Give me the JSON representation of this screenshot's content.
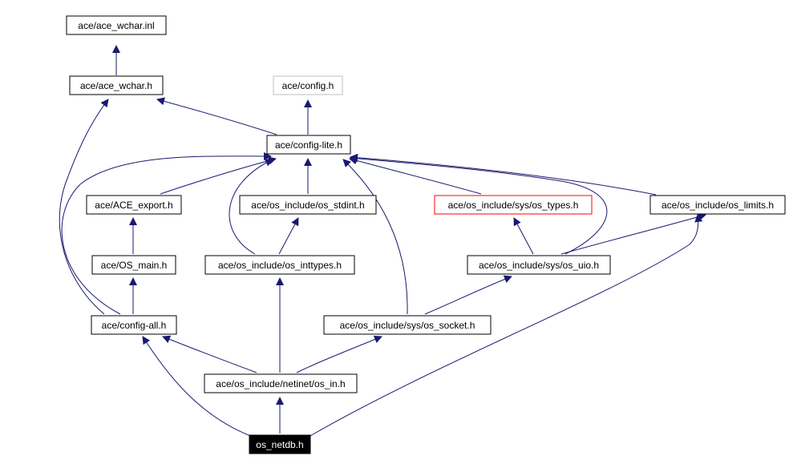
{
  "colors": {
    "edge": "#191970",
    "node_border": "#000000",
    "node_border_undocumented": "#bfbfbf",
    "node_border_truncated": "#ff0000",
    "root_fill": "#000000",
    "root_text": "#ffffff"
  },
  "nodes": {
    "ace_wchar_inl": "ace/ace_wchar.inl",
    "ace_wchar_h": "ace/ace_wchar.h",
    "config_h": "ace/config.h",
    "config_lite_h": "ace/config-lite.h",
    "ace_export_h": "ace/ACE_export.h",
    "os_stdint_h": "ace/os_include/os_stdint.h",
    "os_types_h": "ace/os_include/sys/os_types.h",
    "os_limits_h": "ace/os_include/os_limits.h",
    "os_main_h": "ace/OS_main.h",
    "os_inttypes_h": "ace/os_include/os_inttypes.h",
    "os_uio_h": "ace/os_include/sys/os_uio.h",
    "config_all_h": "ace/config-all.h",
    "os_socket_h": "ace/os_include/sys/os_socket.h",
    "os_in_h": "ace/os_include/netinet/os_in.h",
    "os_netdb_h": "os_netdb.h"
  }
}
